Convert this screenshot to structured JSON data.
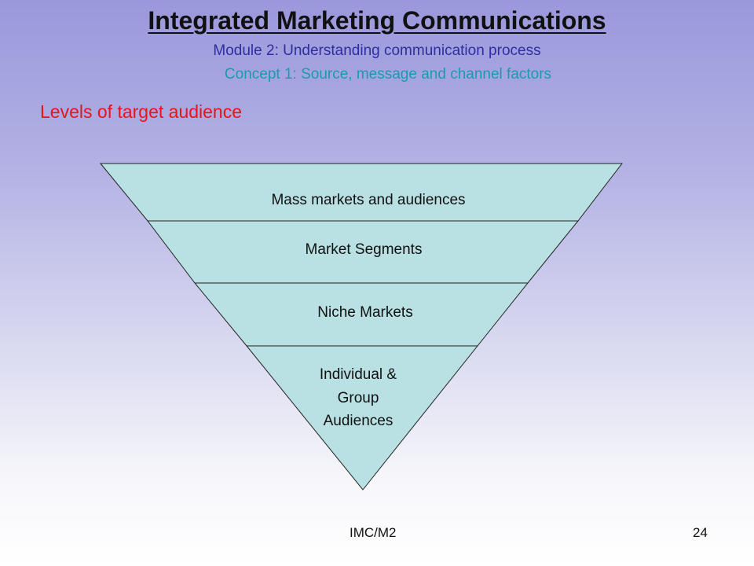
{
  "slide": {
    "title": "Integrated Marketing Communications",
    "module": "Module 2: Understanding communication process",
    "concept": "Concept 1: Source, message and channel factors",
    "subtitle": "Levels of target audience"
  },
  "pyramid": {
    "fill_color": "#b9e0e2",
    "levels": [
      {
        "label": "Mass markets and audiences"
      },
      {
        "label": "Market Segments"
      },
      {
        "label": "Niche Markets"
      },
      {
        "label_lines": [
          "Individual &",
          "Group",
          "Audiences"
        ]
      }
    ]
  },
  "footer": {
    "code": "IMC/M2",
    "page": "24"
  }
}
